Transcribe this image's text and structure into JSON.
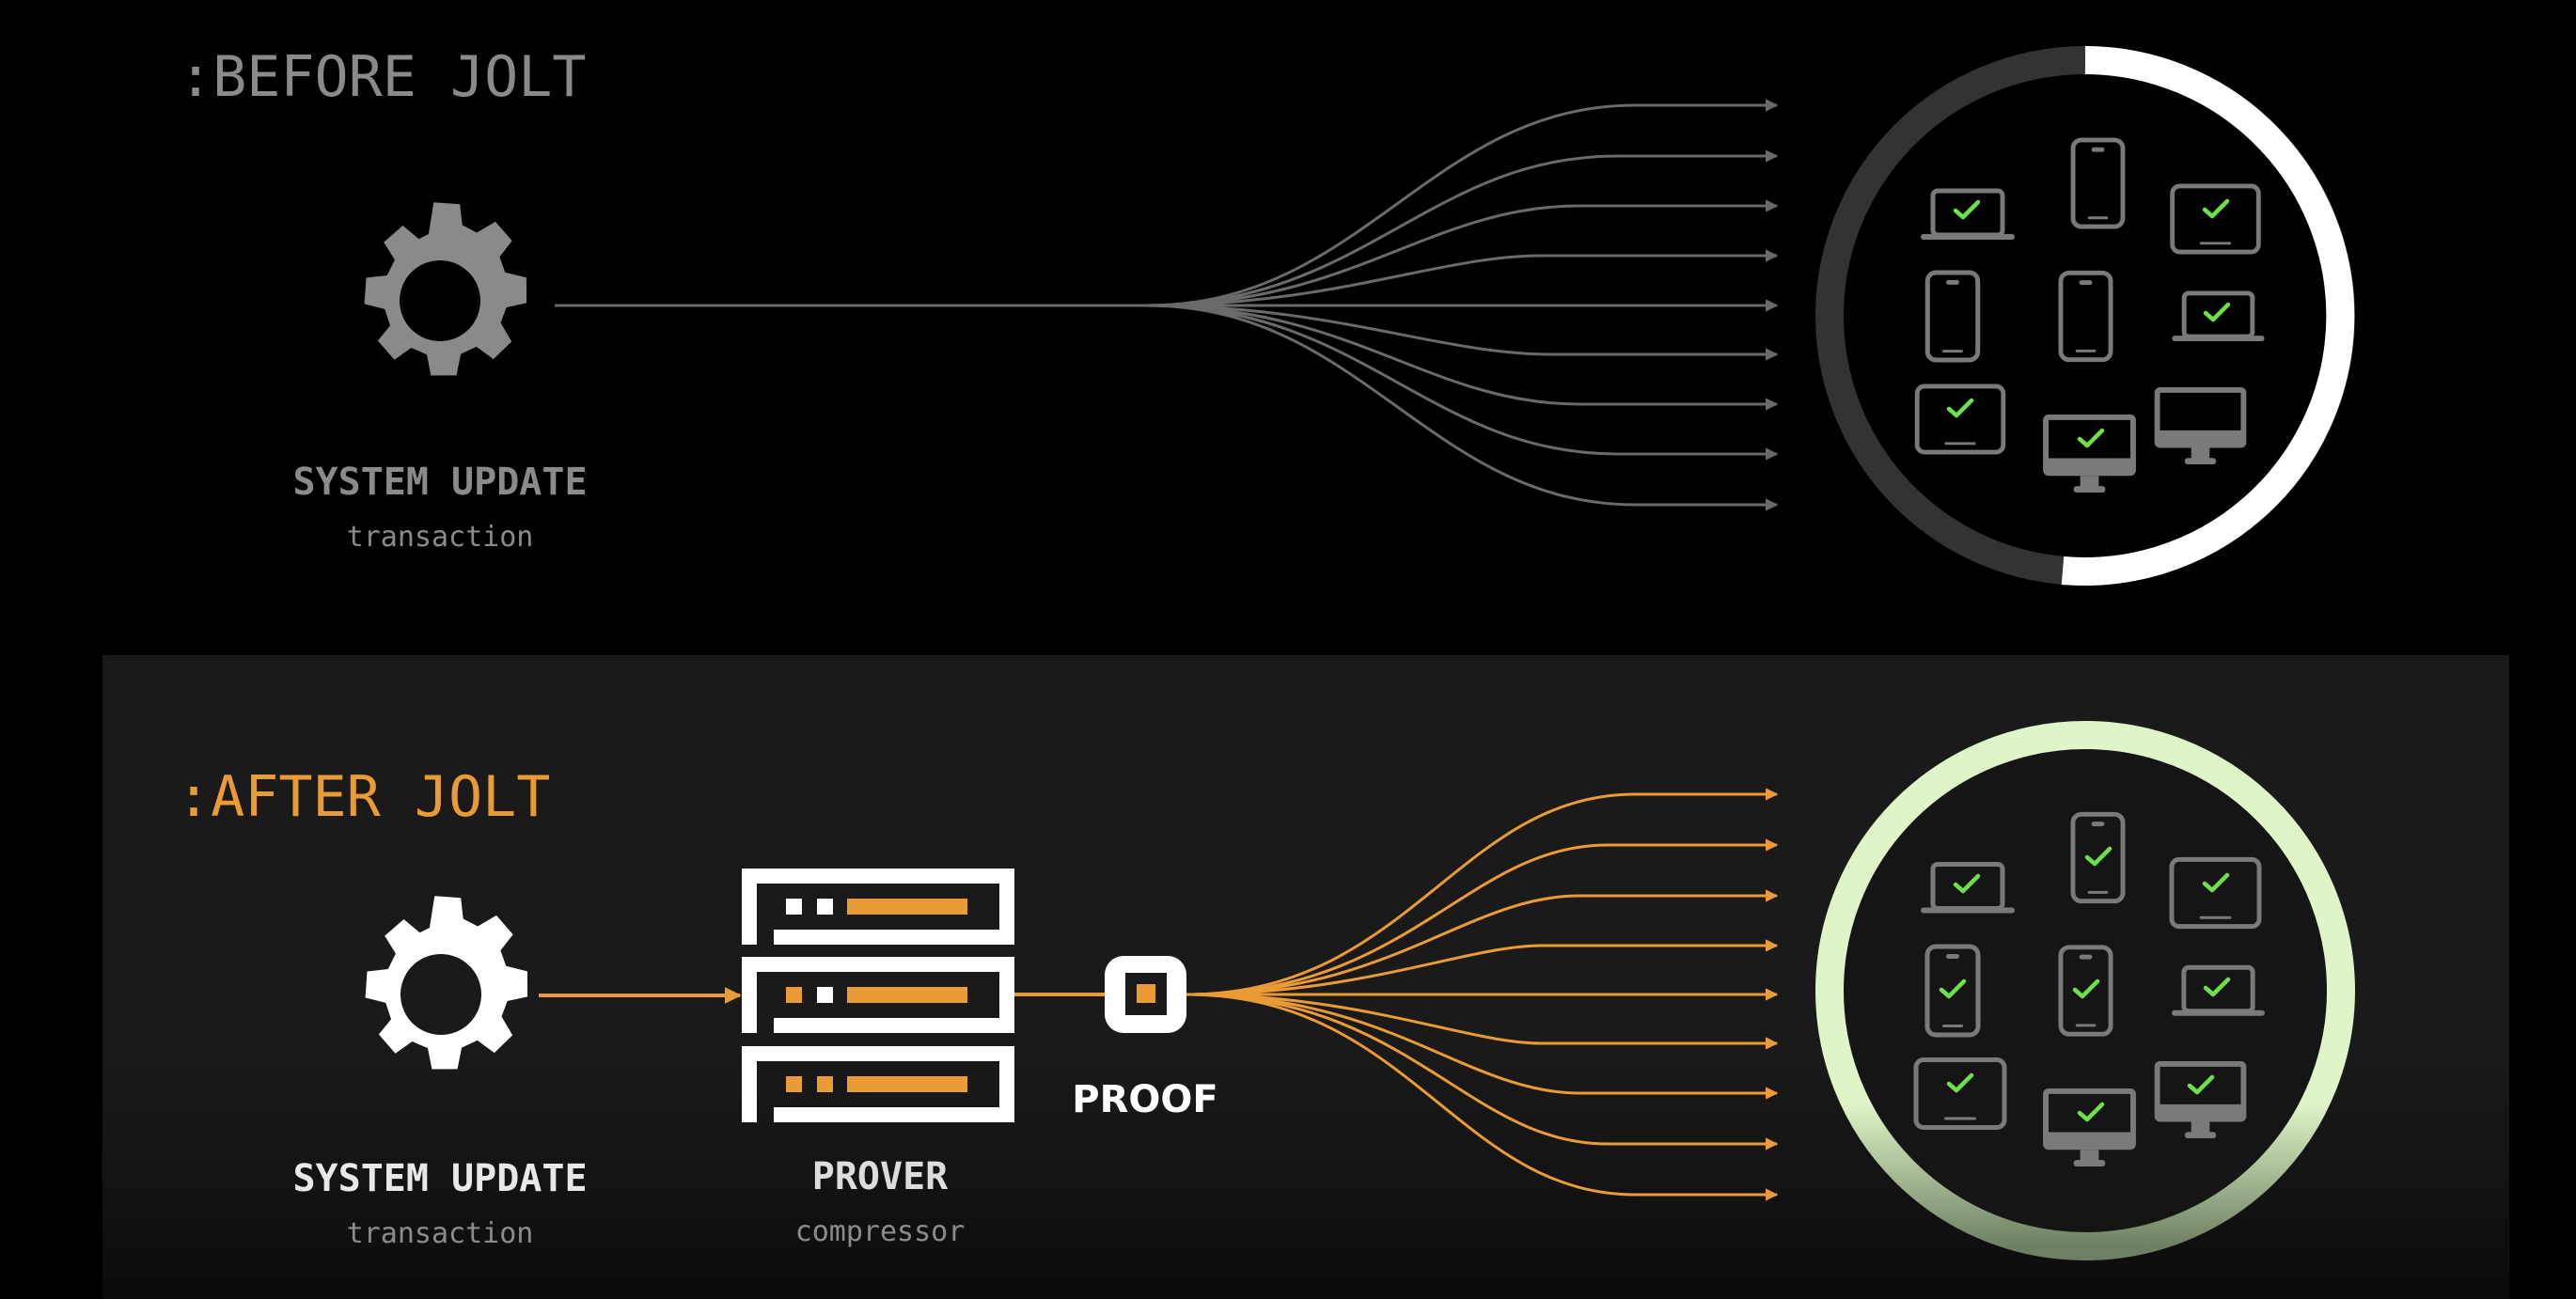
{
  "colors": {
    "background": "#000000",
    "after_panel": "#1a1a1a",
    "before_gray": "#8a8a8a",
    "before_line": "#6a6a6a",
    "orange": "#eb9b35",
    "white": "#ffffff",
    "device_gray": "#7a7a7a",
    "check_green": "#6ee04a",
    "ring_before_done": "#ffffff",
    "ring_before_pending": "#333333",
    "ring_after": "#dff5c8"
  },
  "before": {
    "title": ":BEFORE JOLT",
    "source": {
      "icon": "gear-icon",
      "label": "SYSTEM UPDATE",
      "sublabel": "transaction"
    },
    "fanout_count": 9,
    "devices_ring": {
      "progress_label": "partial",
      "devices": [
        {
          "type": "laptop",
          "checked": true
        },
        {
          "type": "phone",
          "checked": false
        },
        {
          "type": "tablet",
          "checked": true
        },
        {
          "type": "phone",
          "checked": false
        },
        {
          "type": "phone",
          "checked": false
        },
        {
          "type": "laptop",
          "checked": true
        },
        {
          "type": "tablet",
          "checked": true
        },
        {
          "type": "desktop",
          "checked": true
        },
        {
          "type": "desktop",
          "checked": false
        }
      ]
    }
  },
  "after": {
    "title": ":AFTER JOLT",
    "source": {
      "icon": "gear-icon",
      "label": "SYSTEM UPDATE",
      "sublabel": "transaction"
    },
    "prover": {
      "icon": "server-rack-icon",
      "label": "PROVER",
      "sublabel": "compressor"
    },
    "proof": {
      "icon": "proof-chip-icon",
      "label": "PROOF"
    },
    "fanout_count": 9,
    "devices_ring": {
      "progress_label": "complete",
      "devices": [
        {
          "type": "laptop",
          "checked": true
        },
        {
          "type": "phone",
          "checked": true
        },
        {
          "type": "tablet",
          "checked": true
        },
        {
          "type": "phone",
          "checked": true
        },
        {
          "type": "phone",
          "checked": true
        },
        {
          "type": "laptop",
          "checked": true
        },
        {
          "type": "tablet",
          "checked": true
        },
        {
          "type": "desktop",
          "checked": true
        },
        {
          "type": "desktop",
          "checked": true
        }
      ]
    }
  }
}
